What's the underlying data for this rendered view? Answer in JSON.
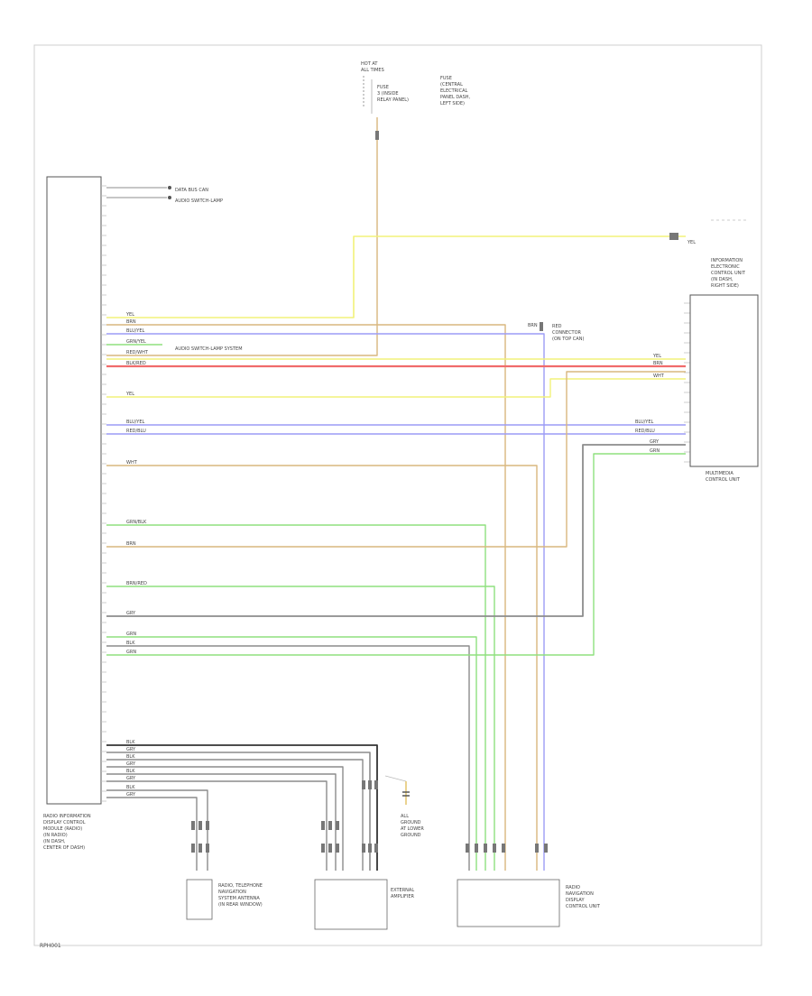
{
  "diagram": {
    "code": "RPH001",
    "modules": {
      "left_module_label": [
        "RADIO INFORMATION",
        "DISPLAY CONTROL",
        "MODULE (RADIO)",
        "(IN RADIO)",
        "(IN DASH,",
        "CENTER OF DASH)"
      ],
      "top_fuse_label": [
        "HOT AT",
        "ALL TIMES"
      ],
      "top_fuse_desc": [
        "FUSE",
        "(CENTRAL",
        "ELECTRICAL",
        "PANEL DASH,",
        "LEFT SIDE)"
      ],
      "top_fuse_box": [
        "FUSE",
        "3 (INSIDE",
        "RELAY PANEL)"
      ],
      "right_module_label": [
        "MULTIMEDIA",
        "CONTROL UNIT"
      ],
      "right_top_label": [
        "INFORMATION",
        "ELECTRONIC",
        "CONTROL UNIT",
        "(IN DASH,",
        "RIGHT SIDE)"
      ],
      "bottom_a_label": [
        "RADIO, TELEPHONE",
        "NAVIGATION",
        "SYSTEM ANTENNA",
        "(IN REAR WINDOW)"
      ],
      "bottom_b_label": [
        "EXTERNAL",
        "AMPLIFIER"
      ],
      "bottom_c_label": [
        "RADIO",
        "NAVIGATION",
        "DISPLAY",
        "CONTROL UNIT"
      ],
      "ground_label": [
        "ALL",
        "GROUND",
        "AT LOWER",
        "GROUND"
      ],
      "top_connector_note": "DATA BUS CAN",
      "audio_lamp_note": "AUDIO SWITCH-LAMP",
      "lamp_system_note": "AUDIO SWITCH-LAMP SYSTEM",
      "conn_note": [
        "RED",
        "CONNECTOR",
        "(ON TOP CAN)"
      ]
    },
    "wires": {
      "colors": {
        "yellow": "#f2f27a",
        "tan": "#d9b77e",
        "blue": "#9c9cf5",
        "red": "#f06b6b",
        "green": "#8fe07f",
        "gray": "#8c8c8c",
        "black": "#333333"
      },
      "tags": [
        "YEL",
        "BRN",
        "BLU/YEL",
        "GRN/YEL",
        "RED/WHT",
        "BLK/RED",
        "RED/BLU",
        "WHT",
        "GRN/BLK",
        "BRN/RED",
        "GRY",
        "BLK",
        "GRN"
      ]
    }
  }
}
